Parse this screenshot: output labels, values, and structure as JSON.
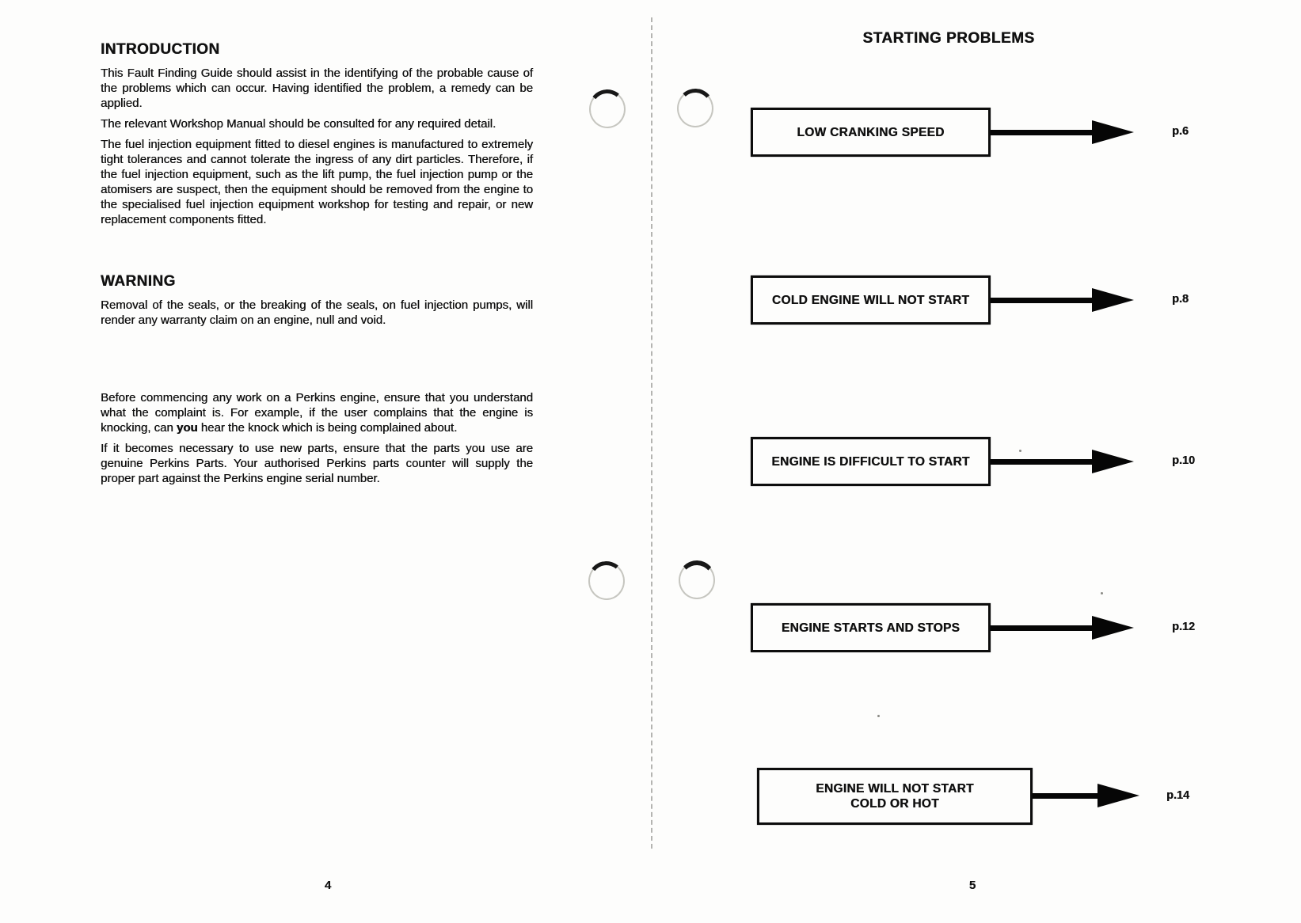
{
  "style": {
    "ink_color": "#111111",
    "paper_color": "#fdfdfc"
  },
  "document": {
    "left_page": {
      "page_number": "4",
      "intro": {
        "heading": "INTRODUCTION",
        "p1": "This Fault Finding Guide should assist in the identifying of the probable cause of the problems which can occur. Having identified the problem, a remedy can be applied.",
        "p2": "The relevant Workshop Manual should be consulted for any required detail.",
        "p3": "The fuel injection equipment fitted to diesel engines is manufactured to extremely tight tolerances and cannot tolerate the ingress of any dirt particles. Therefore, if the fuel injection equipment, such as the lift pump, the fuel injection pump or the atomisers are suspect, then the equipment should be removed from the engine to the specialised fuel injection equipment workshop for testing and repair, or new replacement components fitted."
      },
      "warning": {
        "heading": "WARNING",
        "p1": "Removal of the seals, or the breaking of the seals, on fuel injection pumps, will render any warranty claim on an engine, null and void."
      },
      "advice": {
        "p1_pre": "Before commencing any work on a Perkins engine, ensure that you understand what the complaint is. For example, if the user complains that the engine is knocking, can ",
        "p1_bold": "you",
        "p1_post": " hear the knock which is being complained about.",
        "p2": "If it becomes necessary to use new parts, ensure that the parts you use are genuine Perkins Parts. Your authorised Perkins parts counter will supply the proper part against the Perkins engine serial number."
      }
    },
    "right_page": {
      "title": "STARTING PROBLEMS",
      "page_number": "5",
      "flow": [
        {
          "label": "LOW CRANKING SPEED",
          "page_ref": "p.6"
        },
        {
          "label": "COLD ENGINE WILL NOT START",
          "page_ref": "p.8"
        },
        {
          "label": "ENGINE IS DIFFICULT TO START",
          "page_ref": "p.10"
        },
        {
          "label": "ENGINE STARTS AND STOPS",
          "page_ref": "p.12"
        },
        {
          "label": "ENGINE WILL NOT START\nCOLD OR HOT",
          "page_ref": "p.14"
        }
      ]
    }
  }
}
